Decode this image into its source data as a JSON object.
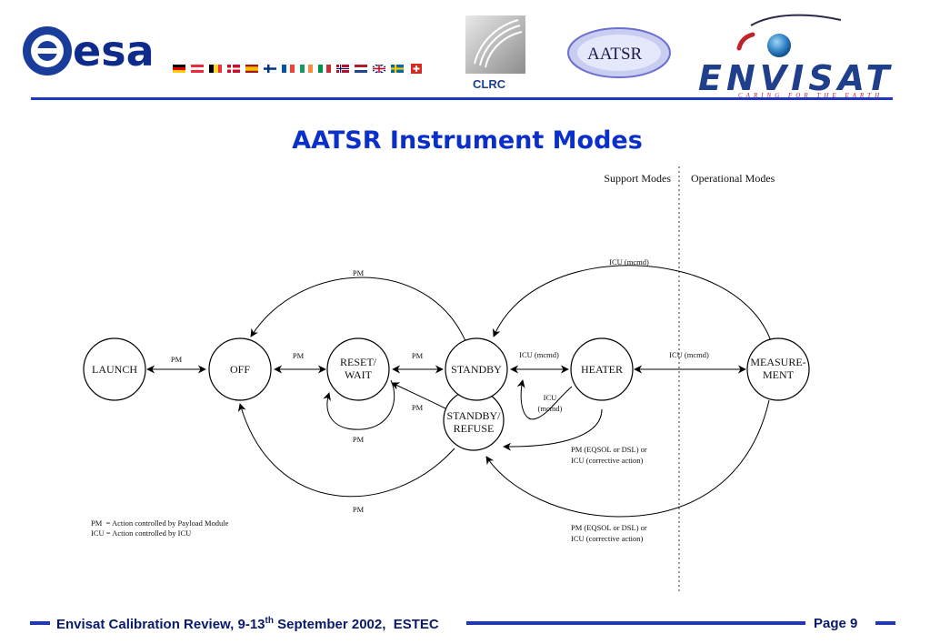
{
  "header": {
    "esa_logo_text": "esa",
    "clrc_logo_text": "CLRC",
    "aatsr_logo_text": "AATSR",
    "envisat_logo_text": "ENVISAT",
    "envisat_tagline": "CARING FOR THE EARTH",
    "rule_color": "#1d36c4"
  },
  "slide": {
    "title": "AATSR Instrument Modes"
  },
  "diagram": {
    "region_labels": {
      "support": "Support Modes",
      "operational": "Operational Modes"
    },
    "nodes": {
      "launch": "LAUNCH",
      "off": "OFF",
      "reset_line1": "RESET/",
      "reset_line2": "WAIT",
      "standby": "STANDBY",
      "refuse_line1": "STANDBY/",
      "refuse_line2": "REFUSE",
      "heater": "HEATER",
      "meas_line1": "MEASURE-",
      "meas_line2": "MENT"
    },
    "edge_labels": {
      "launch_off": "PM",
      "off_reset": "PM",
      "reset_standby": "PM",
      "standby_off_top": "PM",
      "reset_self": "PM",
      "refuse_reset": "PM",
      "refuse_off_bottom": "PM",
      "standby_heater": "ICU (mcmd)",
      "heater_meas": "ICU (mcmd)",
      "meas_standby_top": "ICU (mcmd)",
      "heater_standby_icu_line1": "ICU",
      "heater_standby_icu_line2": "(mcmd)",
      "heater_refuse_line1": "PM (EQSOL or DSL) or",
      "heater_refuse_line2": "ICU (corrective action)",
      "meas_refuse_line1": "PM (EQSOL or DSL) or",
      "meas_refuse_line2": "ICU (corrective action)"
    },
    "legend": {
      "line1": "PM  = Action controlled by Payload Module",
      "line2": "ICU = Action controlled by ICU"
    }
  },
  "footer": {
    "review_text": "Envisat Calibration Review, 9-13",
    "superscript": "th",
    "review_text_2": " September 2002,  ESTEC",
    "page_label": "Page 9"
  }
}
